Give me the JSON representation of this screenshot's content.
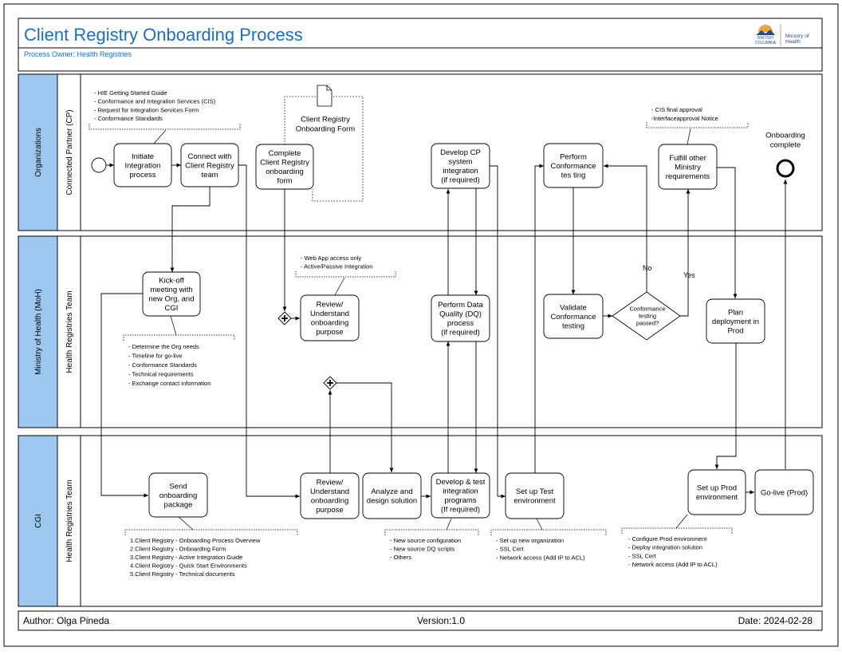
{
  "header": {
    "title": "Client Registry Onboarding Process",
    "process_owner": "Process Owner: Health Registries",
    "logo": {
      "bc_line1": "BRITISH",
      "bc_line2": "COLUMBIA",
      "ministry_line1": "Ministry of",
      "ministry_line2": "Health"
    }
  },
  "pools": {
    "organizations": {
      "pool_label": "Organizations",
      "lane_label": "Connected Partner (CP)"
    },
    "moh": {
      "pool_label": "Ministry of Health (MoH)",
      "lane_label": "Health Registries Team"
    },
    "cgi": {
      "pool_label": "CGI",
      "lane_label": "Health Registries Team"
    }
  },
  "tasks": {
    "initiate": [
      "Initiate",
      "Integration",
      "process"
    ],
    "connect": [
      "Connect with",
      "Client Registry",
      "team"
    ],
    "complete_form": [
      "Complete",
      "Client Registry",
      "onboarding",
      "form"
    ],
    "develop_cp": [
      "Develop CP",
      "system",
      "integration",
      "(if required)"
    ],
    "perform_conformance": [
      "Perform",
      "Conformance",
      "tes ting"
    ],
    "fulfill": [
      "Fulfill other",
      "Ministry",
      "requirements"
    ],
    "kickoff": [
      "Kick-off",
      "meeting with",
      "new Org, and",
      "CGI"
    ],
    "review_moh": [
      "Review/",
      "Understand",
      "onboarding",
      "purpose"
    ],
    "perform_dq": [
      "Perform Data",
      "Quality (DQ)",
      "process",
      "(if required)"
    ],
    "validate": [
      "Validate",
      "Conformance",
      "testing"
    ],
    "plan_deploy": [
      "Plan",
      "deployment in",
      "Prod"
    ],
    "send_package": [
      "Send",
      "onboarding",
      "package"
    ],
    "review_cgi": [
      "Review/",
      "Understand",
      "onboarding",
      "purpose"
    ],
    "analyze": [
      "Analyze and",
      "design solution"
    ],
    "develop_test": [
      "Develop & test",
      "integration",
      "programs",
      "(If required)"
    ],
    "setup_test": [
      "Set up Test",
      "environment"
    ],
    "setup_prod": [
      "Set up Prod",
      "environment"
    ],
    "golive": [
      "Go-live (Prod)"
    ]
  },
  "gateway": {
    "text": [
      "Conformance",
      "testing",
      "passed?"
    ],
    "no_label": "No",
    "yes_label": "Yes"
  },
  "document": {
    "lines": [
      "Client Registry",
      "Onboarding Form"
    ]
  },
  "end_event": {
    "lines": [
      "Onboarding",
      "complete"
    ]
  },
  "annotations": {
    "hie": [
      "- HIE Getting Started Guide",
      "- Conformance and Integration Services (CIS)",
      "- Request for Integration Services Form",
      "- Conformance Standards"
    ],
    "cis": [
      "- CIS final approval",
      "-Interfaceapproval Notice"
    ],
    "webapp": [
      "- Web App access only",
      "- Active/Passive Integration"
    ],
    "kickoff_notes": [
      "- Determine the Org needs",
      "- Timeline for go-live",
      "- Conformance Standards",
      "- Technical requirements",
      "- Exchange contact information"
    ],
    "package_docs": [
      "1.Client Registry - Onboarding Process Overview",
      "2.Client Registry - Onboarding Form",
      "3.Client Registry - Active Integration Guide",
      "4.Client Registry - Quick Start Environments",
      "5.Client Registry - Technical documents"
    ],
    "source": [
      "- New source configuration",
      "- New source DQ scripts",
      "- Others"
    ],
    "test_env": [
      "- Set up new organization",
      "- SSL Cert",
      "- Network access (Add IP to ACL)"
    ],
    "prod_env": [
      "- Configure Prod environment",
      "- Deploy integration solution",
      "- SSL Cert",
      "- Network access (Add IP to ACL)"
    ]
  },
  "footer": {
    "author": "Author: Olga Pineda",
    "version": "Version:1.0",
    "date": "Date: 2024-02-28"
  },
  "colors": {
    "title": "#1a6fc1",
    "pool_fill": "#9cc8ef",
    "border": "#000000"
  }
}
